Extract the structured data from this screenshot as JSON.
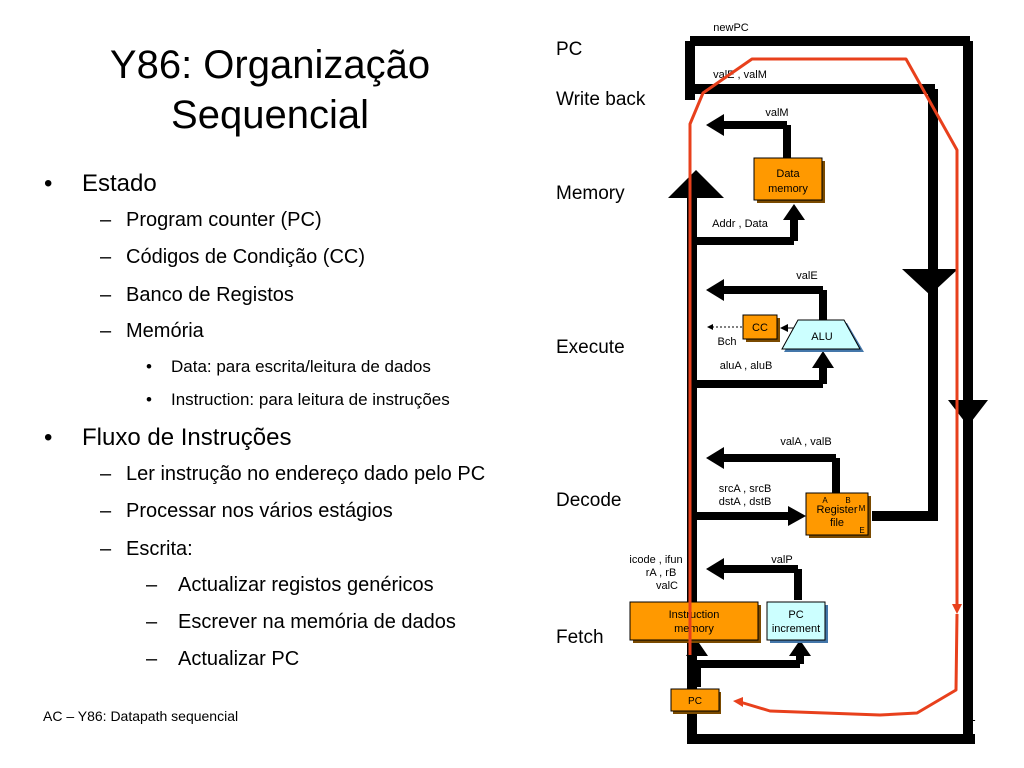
{
  "slide": {
    "title_line1": "Y86: Organização",
    "title_line2": "Sequencial",
    "footer": "AC – Y86: Datapath sequencial",
    "page_number": "1"
  },
  "outline": [
    {
      "level": 1,
      "marker": "•",
      "text": "Estado"
    },
    {
      "level": 2,
      "marker": "–",
      "text": "Program counter (PC)"
    },
    {
      "level": 2,
      "marker": "–",
      "text": "Códigos de Condição (CC)"
    },
    {
      "level": 2,
      "marker": "–",
      "text": "Banco de Registos"
    },
    {
      "level": 2,
      "marker": "–",
      "text": "Memória"
    },
    {
      "level": 3,
      "marker": "•",
      "text": "Data: para escrita/leitura de dados"
    },
    {
      "level": 3,
      "marker": "•",
      "text": "Instruction: para leitura de instruções"
    },
    {
      "level": 1,
      "marker": "•",
      "text": "Fluxo de Instruções"
    },
    {
      "level": 2,
      "marker": "–",
      "text": "Ler instrução no endereço dado pelo PC"
    },
    {
      "level": 2,
      "marker": "–",
      "text": "Processar nos vários estágios"
    },
    {
      "level": 2,
      "marker": "–",
      "text": "Escrita:"
    },
    {
      "level": 4,
      "marker": "–",
      "text": "Actualizar registos genéricos"
    },
    {
      "level": 4,
      "marker": "–",
      "text": "Escrever na memória de dados"
    },
    {
      "level": 4,
      "marker": "–",
      "text": "Actualizar PC"
    }
  ],
  "stages": {
    "pc": "PC",
    "write_back": "Write back",
    "memory": "Memory",
    "execute": "Execute",
    "decode": "Decode",
    "fetch": "Fetch"
  },
  "signals": {
    "newpc": "newPC",
    "vale_valm": "valE , valM",
    "valm": "valM",
    "addr_data": "Addr , Data",
    "vale": "valE",
    "bch": "Bch",
    "alua_alub": "aluA , aluB",
    "vala_valb": "valA , valB",
    "srca_srcb": "srcA , srcB",
    "dsta_dstb": "dstA , dstB",
    "icode_ifun": "icode , ifun",
    "ra_rb": "rA , rB",
    "valc": "valC",
    "valp": "valP"
  },
  "blocks": {
    "data_memory_1": "Data",
    "data_memory_2": "memory",
    "cc": "CC",
    "alu": "ALU",
    "register_file_1": "Register",
    "register_file_2": "file",
    "port_a": "A",
    "port_b": "B",
    "port_m": "M",
    "port_e": "E",
    "instruction_memory_1": "Instruction",
    "instruction_memory_2": "memory",
    "pc_increment_1": "PC",
    "pc_increment_2": "increment",
    "pc": "PC"
  },
  "colors": {
    "block_orange": "#FF9900",
    "block_cyan": "#CCFFFF",
    "flow_red": "#E8401C",
    "bus_black": "#000000"
  }
}
